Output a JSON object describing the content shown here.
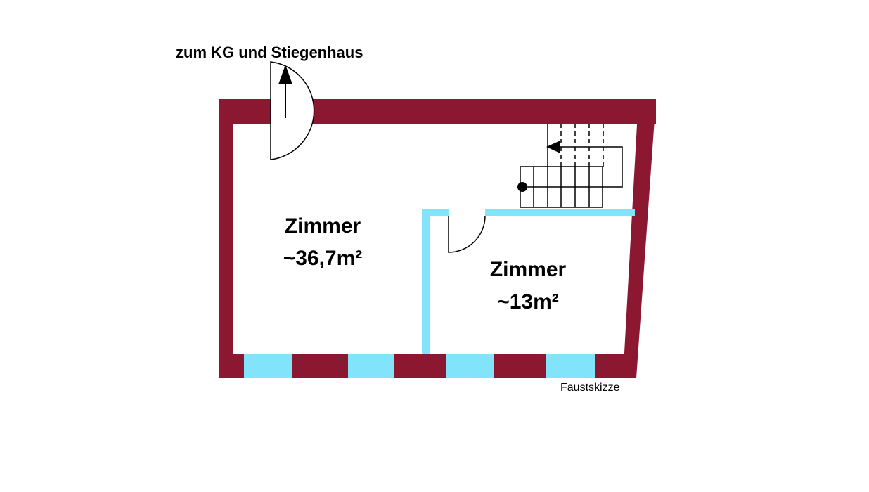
{
  "exit_label": "zum KG und Stiegenhaus",
  "rooms": [
    {
      "name": "Zimmer",
      "area": "~36,7m²"
    },
    {
      "name": "Zimmer",
      "area": "~13m²"
    }
  ],
  "sketch_note": "Faustskizze",
  "colors": {
    "outer_wall": "#8b1830",
    "inner_wall": "#82e4fa",
    "window": "#82e4fa",
    "line": "#000000",
    "background": "#ffffff"
  }
}
